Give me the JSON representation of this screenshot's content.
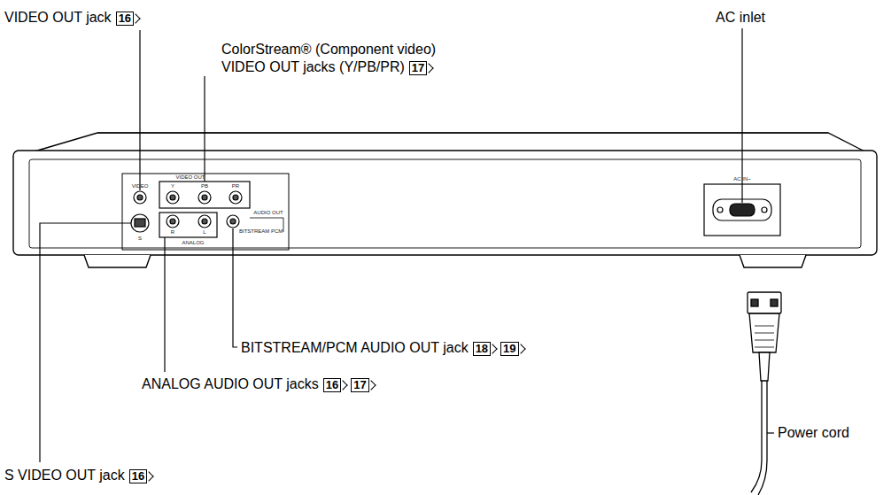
{
  "diagram": {
    "labels": [
      "VIDEO OUT jack",
      "16",
      "ColorStream® (Component video) VIDEO OUT jacks (Y/PB/PR)",
      "17",
      "AC inlet",
      "BITSTREAM/PCM AUDIO OUT jack",
      "18",
      "19",
      "ANALOG AUDIO OUT jacks",
      "16",
      "17",
      "Power cord",
      "S VIDEO OUT jack",
      "16",
      "VIDEO OUT",
      "VIDEO",
      "Y",
      "PB",
      "PR",
      "S",
      "R",
      "L",
      "ANALOG",
      "BITSTREAM PCM",
      "AUDIO OUT",
      "AC IN~"
    ]
  }
}
